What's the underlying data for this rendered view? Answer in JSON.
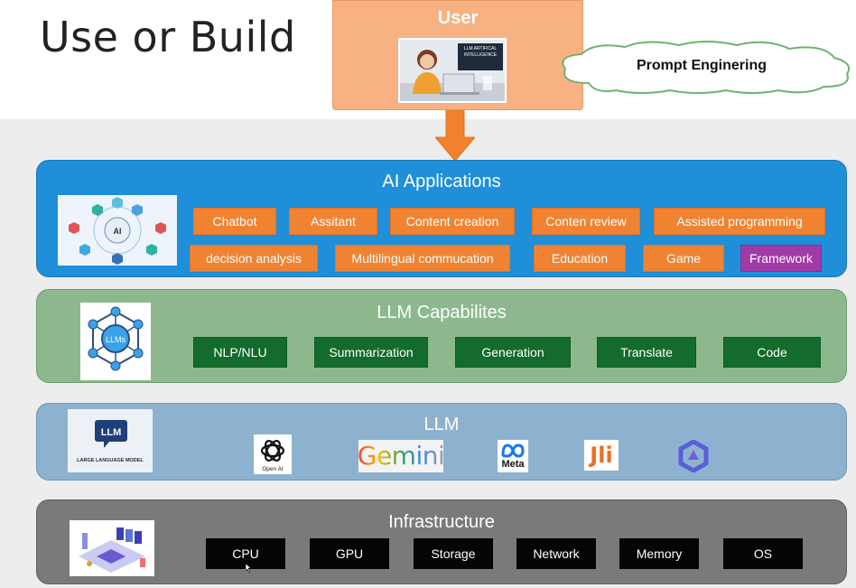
{
  "slide": {
    "title": "Use or Build"
  },
  "user": {
    "title": "User",
    "photo_screen_text": "LLM ARTIFICAL INTELLIGENCE"
  },
  "prompt_cloud": {
    "label": "Prompt Enginering"
  },
  "ai_applications": {
    "title": "AI Applications",
    "thumb_text": "AI",
    "items": [
      "Chatbot",
      "Assitant",
      "Content creation",
      "Conten review",
      "Assisted programming",
      "decision analysis",
      "Multilingual commucation",
      "Education",
      "Game",
      "Framework"
    ]
  },
  "llm_capabilities": {
    "title": "LLM Capabilites",
    "thumb_text": "LLMs",
    "items": [
      "NLP/NLU",
      "Summarization",
      "Generation",
      "Translate",
      "Code"
    ]
  },
  "llm": {
    "title": "LLM",
    "thumb_title": "LLM",
    "thumb_caption": "LARGE LANGUAGE MODEL",
    "logos": {
      "openai": "Open AI",
      "gemini": "Gemini",
      "meta": "Meta",
      "ali": "Jli",
      "qwen": "qwen-icon"
    }
  },
  "infrastructure": {
    "title": "Infrastructure",
    "items": [
      "CPU",
      "GPU",
      "Storage",
      "Network",
      "Memory",
      "OS"
    ]
  },
  "colors": {
    "apps_bg": "#1f8fd9",
    "apps_item": "#f08332",
    "framework_item": "#a03aa6",
    "caps_bg": "#8db88e",
    "caps_item": "#136b2d",
    "llm_bg": "#8db2cf",
    "infra_bg": "#7a7a7a",
    "infra_item": "#050505",
    "user_bg": "#f7b183"
  }
}
